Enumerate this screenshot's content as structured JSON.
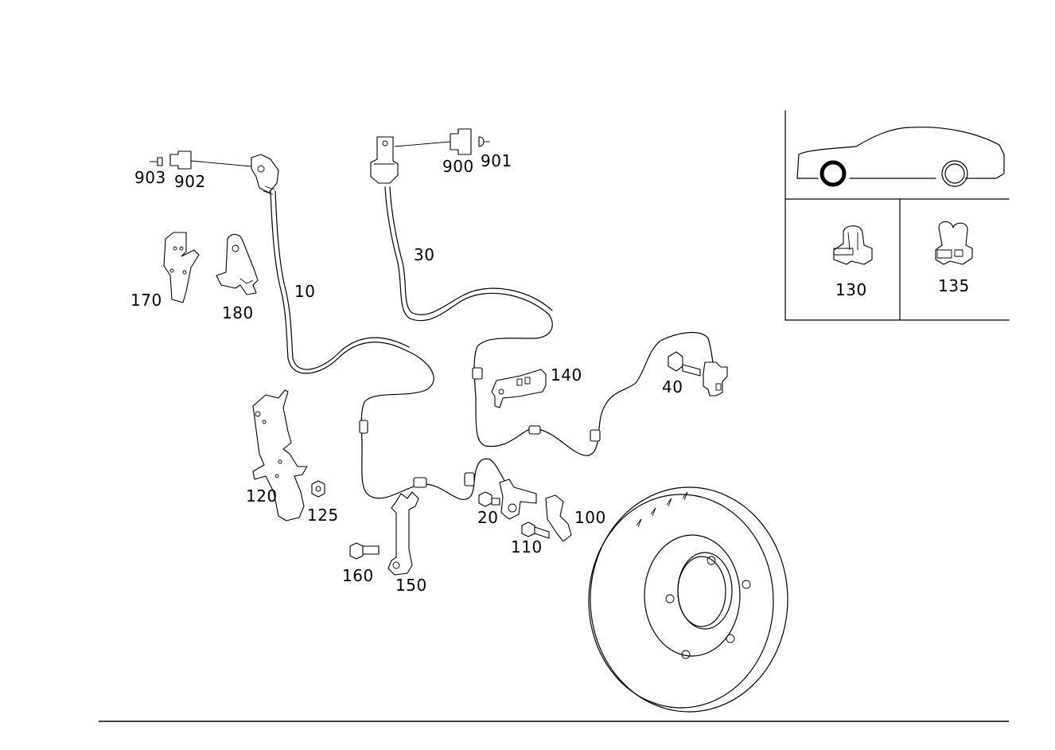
{
  "labels": {
    "p10": "10",
    "p20": "20",
    "p30": "30",
    "p40": "40",
    "p100": "100",
    "p110": "110",
    "p120": "120",
    "p125": "125",
    "p130": "130",
    "p135": "135",
    "p140": "140",
    "p150": "150",
    "p160": "160",
    "p170": "170",
    "p180": "180",
    "p900": "900",
    "p901": "901",
    "p902": "902",
    "p903": "903"
  },
  "inset": {
    "highlight": "front-left-wheel",
    "highlight_color": "#000000"
  }
}
